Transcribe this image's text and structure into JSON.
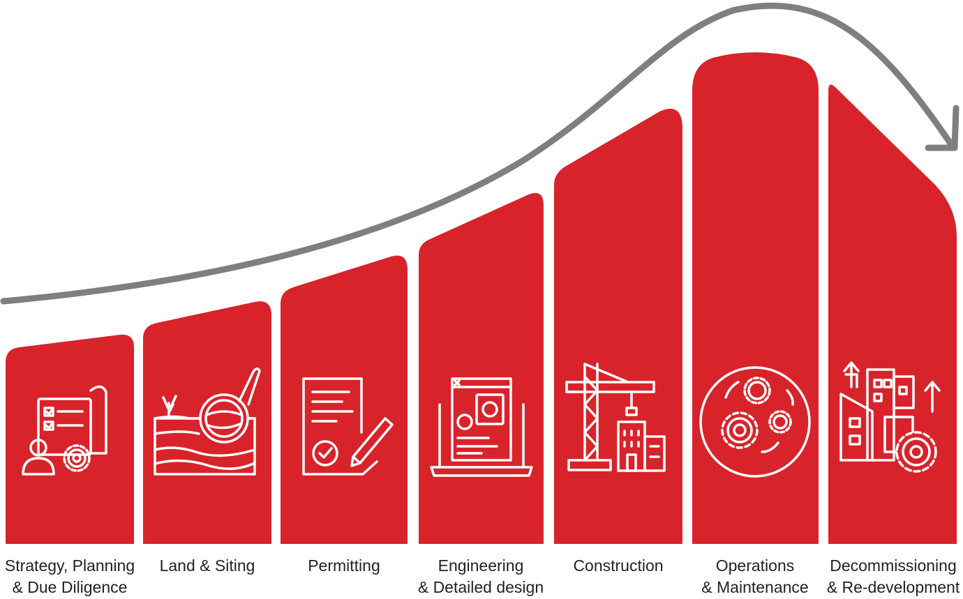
{
  "colors": {
    "bar": "#D9232A",
    "arrow": "#7F7F7F",
    "icon": "#FFFFFF",
    "label": "#222222"
  },
  "stages": [
    {
      "line1": "Strategy, Planning",
      "line2": "& Due Diligence",
      "icon": "checklist-person-gear-icon"
    },
    {
      "line1": "Land & Siting",
      "line2": "",
      "icon": "soil-magnifier-icon"
    },
    {
      "line1": "Permitting",
      "line2": "",
      "icon": "approved-document-icon"
    },
    {
      "line1": "Engineering",
      "line2": "& Detailed design",
      "icon": "laptop-blueprint-icon"
    },
    {
      "line1": "Construction",
      "line2": "",
      "icon": "crane-building-icon"
    },
    {
      "line1": "Operations",
      "line2": "& Maintenance",
      "icon": "gears-cycle-icon"
    },
    {
      "line1": "Decommissioning",
      "line2": "& Re-development",
      "icon": "buildings-gear-icon"
    }
  ]
}
